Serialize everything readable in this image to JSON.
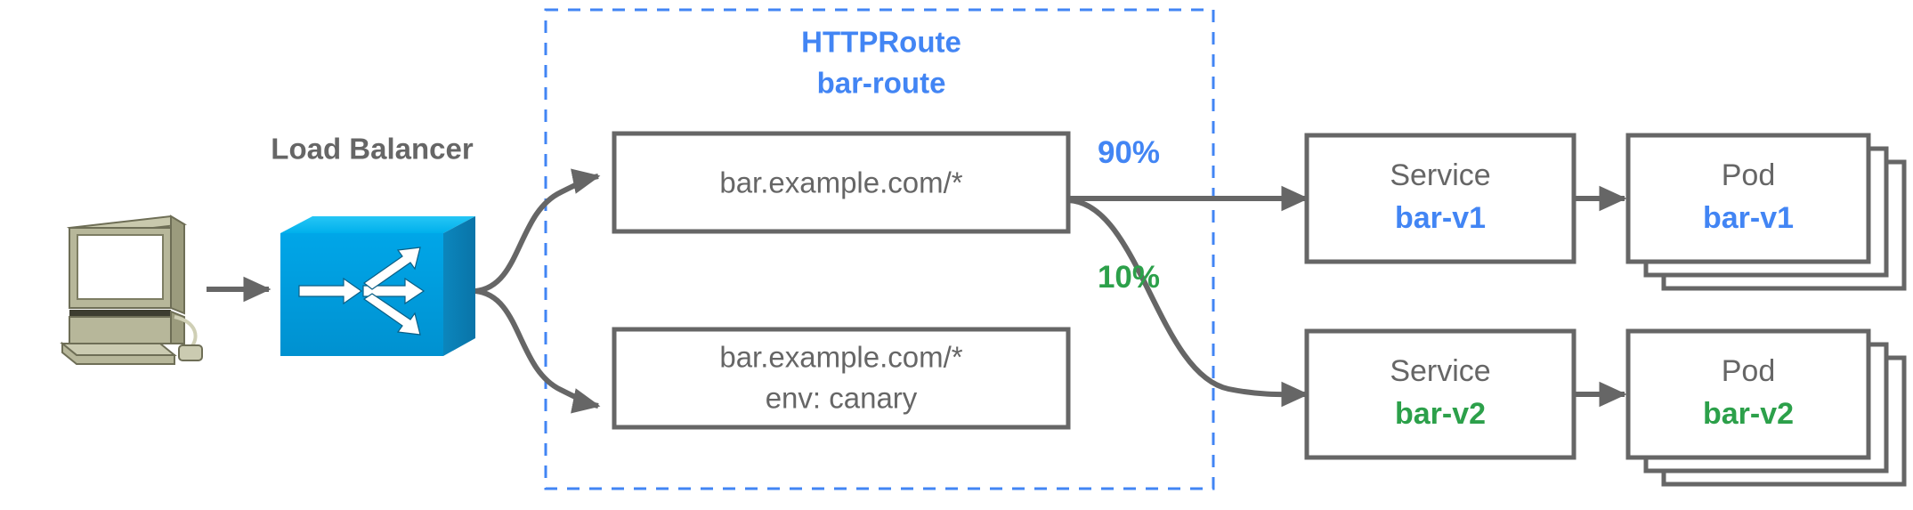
{
  "diagram": {
    "title": "HTTPRoute traffic splitting canary diagram",
    "colors": {
      "blue": "#4285f4",
      "green": "#2ca04a",
      "gray": "#666666",
      "lb_blue": "#00a0e0",
      "lb_blue_top": "#00bdf2",
      "lb_blue_side": "#0a7bb5",
      "computer_body": "#adad8e",
      "computer_light": "#c9c9ad",
      "computer_dark": "#8f8f72"
    },
    "nodes": {
      "load_balancer_label": "Load Balancer",
      "httproute": {
        "kind": "HTTPRoute",
        "name": "bar-route"
      },
      "rules": [
        {
          "id": "rule-primary",
          "lines": [
            "bar.example.com/*"
          ]
        },
        {
          "id": "rule-canary",
          "lines": [
            "bar.example.com/*",
            "env: canary"
          ]
        }
      ],
      "weights": [
        {
          "id": "weight-90",
          "value": "90%",
          "color": "blue"
        },
        {
          "id": "weight-10",
          "value": "10%",
          "color": "green"
        }
      ],
      "services": [
        {
          "id": "service-bar-v1",
          "kind": "Service",
          "name": "bar-v1",
          "color": "blue"
        },
        {
          "id": "service-bar-v2",
          "kind": "Service",
          "name": "bar-v2",
          "color": "green"
        }
      ],
      "pods": [
        {
          "id": "pod-bar-v1",
          "kind": "Pod",
          "name": "bar-v1",
          "color": "blue",
          "replicas": 3
        },
        {
          "id": "pod-bar-v2",
          "kind": "Pod",
          "name": "bar-v2",
          "color": "green",
          "replicas": 3
        }
      ]
    },
    "icons": {
      "client": "desktop-computer-icon",
      "load_balancer": "load-balancer-router-icon"
    }
  }
}
